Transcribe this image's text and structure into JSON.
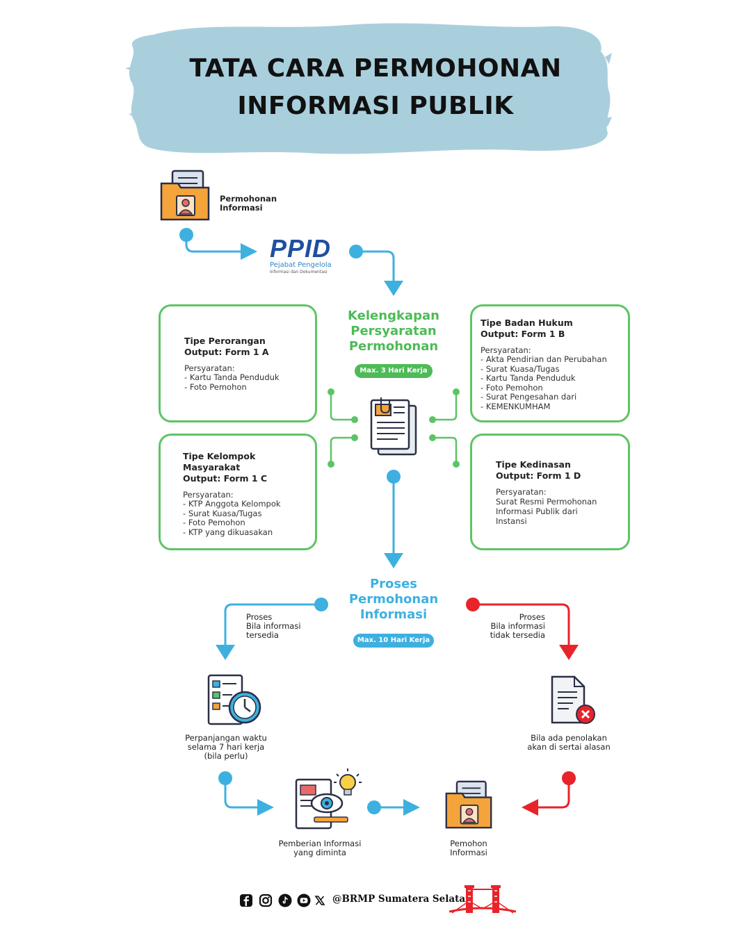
{
  "title": {
    "line1": "TATA CARA PERMOHONAN",
    "line2": "INFORMASI PUBLIK"
  },
  "colors": {
    "banner": "#a9cfdd",
    "green": "#5cc465",
    "blue": "#3eb0e0",
    "red": "#e8232a",
    "orange": "#f4a43a"
  },
  "steps": {
    "applicant": {
      "line1": "Permohonan",
      "line2": "Informasi"
    },
    "ppid": {
      "logo": "PPID",
      "sub1": "Pejabat Pengelola",
      "sub2": "Informasi dan Dokumentasi"
    },
    "requirements_title": {
      "line1": "Kelengkapan",
      "line2": "Persyaratan",
      "line3": "Permohonan"
    },
    "requirements_badge": "Max. 3 Hari Kerja",
    "process_title": {
      "line1": "Proses",
      "line2": "Permohonan",
      "line3": "Informasi"
    },
    "process_badge": "Max. 10 Hari Kerja"
  },
  "boxes": {
    "perorangan": {
      "title1": "Tipe Perorangan",
      "title2": "Output: Form 1 A",
      "req_label": "Persyaratan:",
      "items": [
        "Kartu Tanda Penduduk",
        "Foto Pemohon"
      ]
    },
    "badan_hukum": {
      "title1": "Tipe Badan Hukum",
      "title2": "Output: Form 1 B",
      "req_label": "Persyaratan:",
      "items": [
        "Akta Pendirian dan Perubahan",
        "Surat Kuasa/Tugas",
        "Kartu Tanda Penduduk",
        "Foto Pemohon",
        "Surat Pengesahan dari",
        "KEMENKUMHAM"
      ]
    },
    "kelompok": {
      "title1": "Tipe Kelompok",
      "title2": "Masyarakat",
      "title3": "Output: Form 1 C",
      "req_label": "Persyaratan:",
      "items": [
        "KTP Anggota Kelompok",
        "Surat Kuasa/Tugas",
        "Foto Pemohon",
        "KTP yang dikuasakan"
      ]
    },
    "kedinasan": {
      "title1": "Tipe Kedinasan",
      "title2": "Output: Form 1 D",
      "req_label": "Persyaratan:",
      "text1": "Surat Resmi Permohonan",
      "text2": "Informasi Publik dari",
      "text3": "Instansi"
    }
  },
  "branches": {
    "available": {
      "line1": "Proses",
      "line2": "Bila informasi",
      "line3": "tersedia"
    },
    "unavailable": {
      "line1": "Proses",
      "line2": "Bila informasi",
      "line3": "tidak tersedia"
    },
    "extension": {
      "line1": "Perpanjangan waktu",
      "line2": "selama 7 hari kerja",
      "line3": "(bila perlu)"
    },
    "rejection": {
      "line1": "Bila ada penolakan",
      "line2": "akan di sertai alasan"
    },
    "delivery": {
      "line1": "Pemberian Informasi",
      "line2": "yang diminta"
    },
    "applicant_end": {
      "line1": "Pemohon",
      "line2": "Informasi"
    }
  },
  "footer": {
    "handle": "@BRMP Sumatera Selatan",
    "icons": [
      "facebook-icon",
      "instagram-icon",
      "tiktok-icon",
      "youtube-icon",
      "x-icon"
    ]
  }
}
